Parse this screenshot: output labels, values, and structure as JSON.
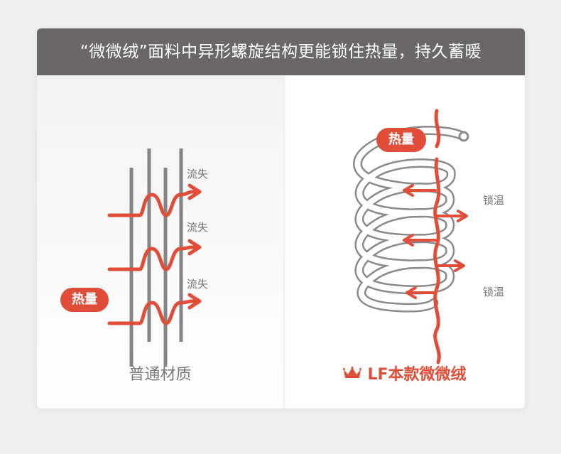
{
  "header": {
    "title": "“微微绒”面料中异形螺旋结构更能锁住热量，持久蓄暖"
  },
  "left_panel": {
    "heat_label": "热量",
    "loss_labels": [
      "流失",
      "流失",
      "流失"
    ],
    "caption": "普通材质"
  },
  "right_panel": {
    "heat_label": "热量",
    "lock_labels": [
      "锁温",
      "锁温"
    ],
    "caption": "LF本款微微绒",
    "caption_icon": "crown-icon"
  },
  "colors": {
    "accent": "#e04e39",
    "header_bg": "#696767",
    "fiber": "#858585",
    "text_gray": "#757575"
  }
}
